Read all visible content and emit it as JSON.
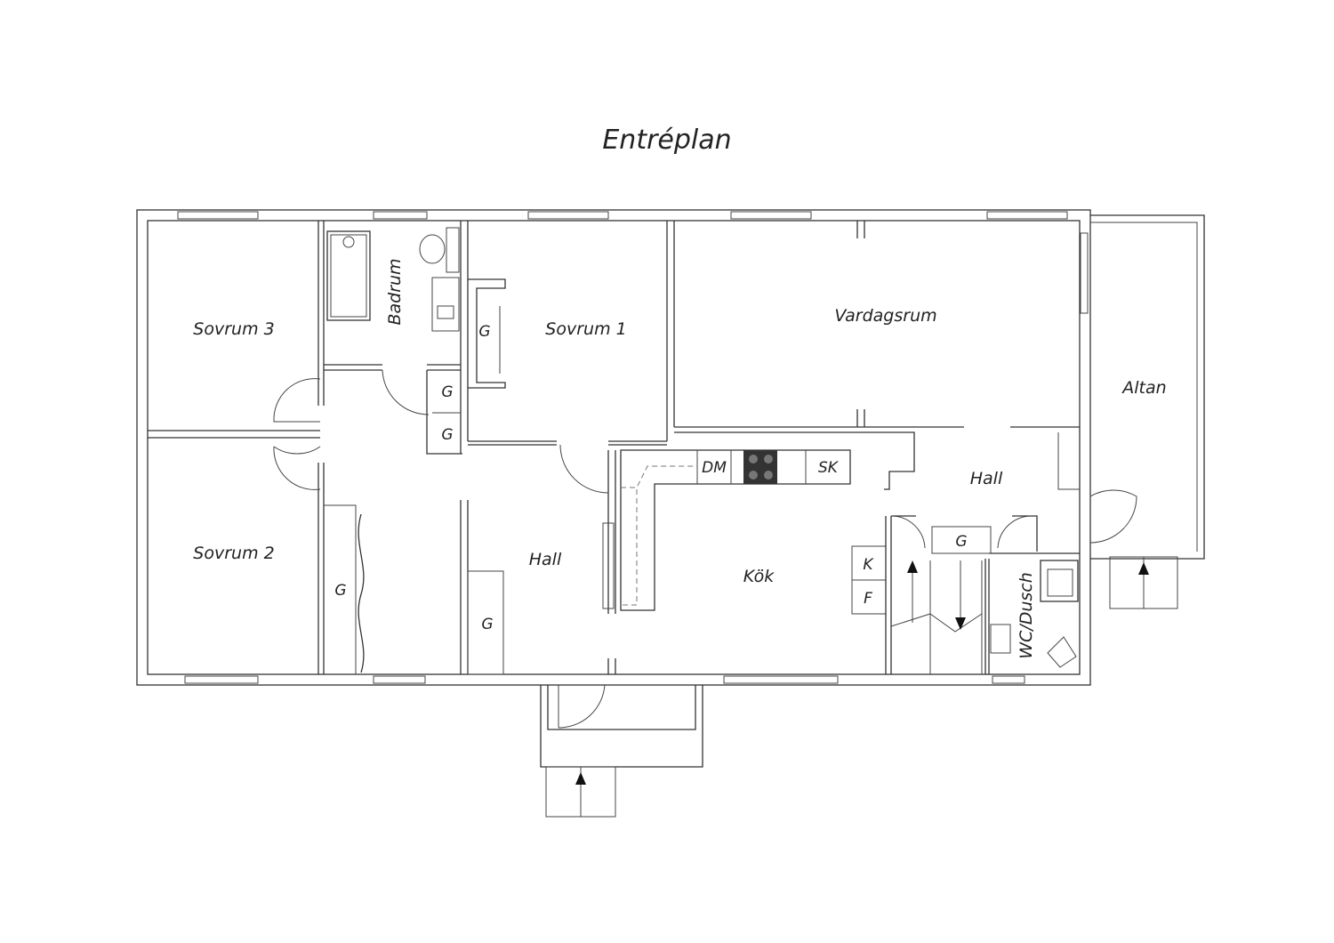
{
  "title": "Entréplan",
  "rooms": {
    "sovrum3": "Sovrum 3",
    "sovrum2": "Sovrum 2",
    "sovrum1": "Sovrum 1",
    "badrum": "Badrum",
    "vardagsrum": "Vardagsrum",
    "altan": "Altan",
    "hall_main": "Hall",
    "hall_east": "Hall",
    "kok": "Kök",
    "wc_dusch": "WC/Dusch"
  },
  "fixtures": {
    "dm": "DM",
    "sk": "SK",
    "k": "K",
    "f": "F"
  },
  "storage_label": "G"
}
